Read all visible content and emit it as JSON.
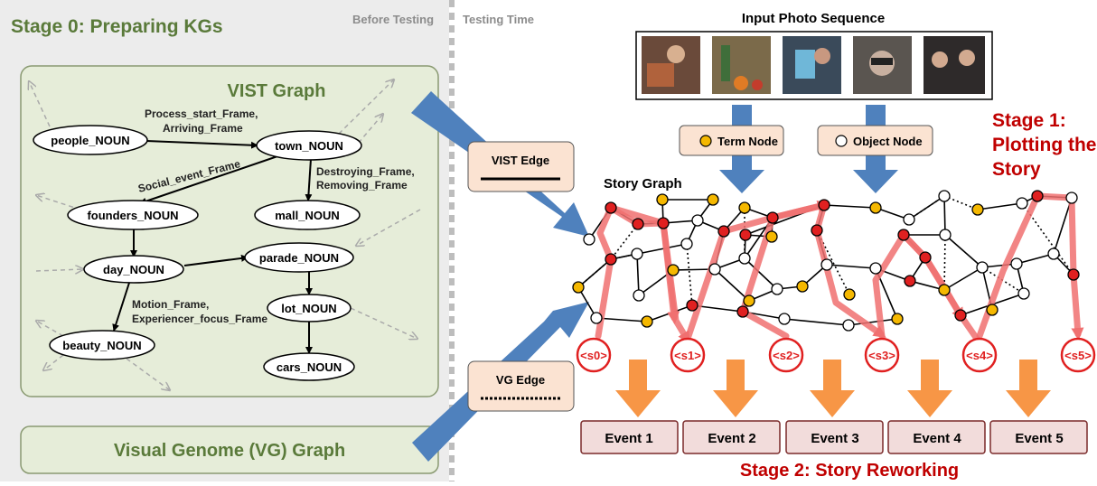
{
  "left_panel": {
    "stage0_title": "Stage 0: Preparing KGs",
    "before_label": "Before Testing",
    "vist_graph_title": "VIST Graph",
    "vg_graph_title": "Visual Genome (VG) Graph",
    "nodes": {
      "people": "people_NOUN",
      "town": "town_NOUN",
      "founders": "founders_NOUN",
      "mall": "mall_NOUN",
      "day": "day_NOUN",
      "parade": "parade_NOUN",
      "lot": "lot_NOUN",
      "beauty": "beauty_NOUN",
      "cars": "cars_NOUN"
    },
    "edge_labels": {
      "e1_line1": "Process_start_Frame,",
      "e1_line2": "Arriving_Frame",
      "e2": "Social_event_Frame",
      "e3_line1": "Destroying_Frame,",
      "e3_line2": "Removing_Frame",
      "e4_line1": "Motion_Frame,",
      "e4_line2": "Experiencer_focus_Frame"
    }
  },
  "right_panel": {
    "testing_label": "Testing Time",
    "input_title": "Input Photo Sequence",
    "term_node": "Term Node",
    "object_node": "Object Node",
    "stage1_line1": "Stage 1:",
    "stage1_line2": "Plotting the",
    "stage1_line3": "Story",
    "story_graph": "Story Graph",
    "vist_edge": "VIST Edge",
    "vg_edge": "VG Edge",
    "story_starts": [
      "<s0>",
      "<s1>",
      "<s2>",
      "<s3>",
      "<s4>",
      "<s5>"
    ],
    "events": [
      "Event 1",
      "Event 2",
      "Event 3",
      "Event 4",
      "Event 5"
    ],
    "stage2_title": "Stage 2: Story Reworking"
  },
  "colors": {
    "stage_green": "#5a7a3a",
    "panel_fill": "#e6edd9",
    "stage_red": "#c00000",
    "arrow_blue": "#4f81bd",
    "arrow_orange": "#f79646",
    "term_yellow": "#f5b800",
    "event_fill": "#f2dcdb"
  }
}
